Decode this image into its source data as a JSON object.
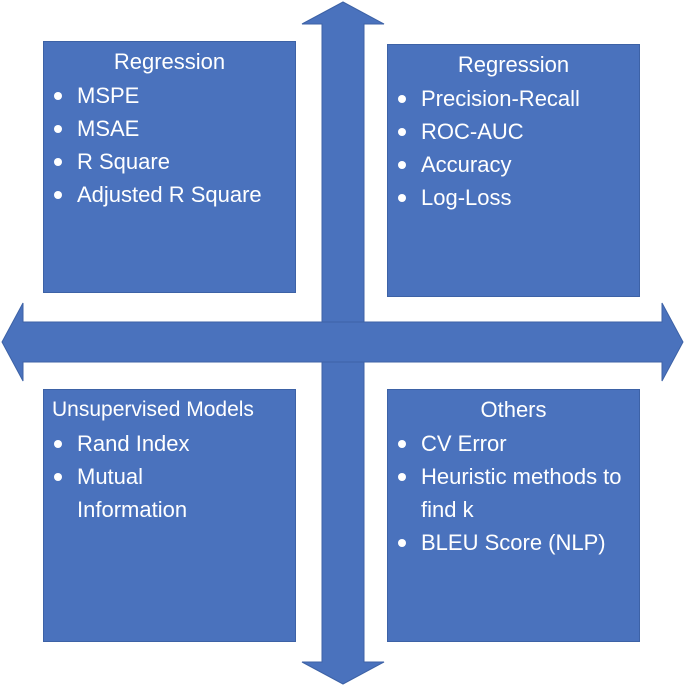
{
  "quadrants": {
    "top_left": {
      "title": "Regression",
      "items": [
        "MSPE",
        "MSAE",
        "R Square",
        "Adjusted R Square"
      ]
    },
    "top_right": {
      "title": "Regression",
      "items": [
        "Precision-Recall",
        "ROC-AUC",
        "Accuracy",
        "Log-Loss"
      ]
    },
    "bottom_left": {
      "title": "Unsupervised Models",
      "items": [
        "Rand Index",
        "Mutual Information"
      ]
    },
    "bottom_right": {
      "title": "Others",
      "items": [
        "CV Error",
        "Heuristic methods to find k",
        "BLEU Score (NLP)"
      ]
    }
  },
  "colors": {
    "fill": "#4a72bd",
    "stroke": "#3d62a6",
    "text": "#ffffff"
  }
}
